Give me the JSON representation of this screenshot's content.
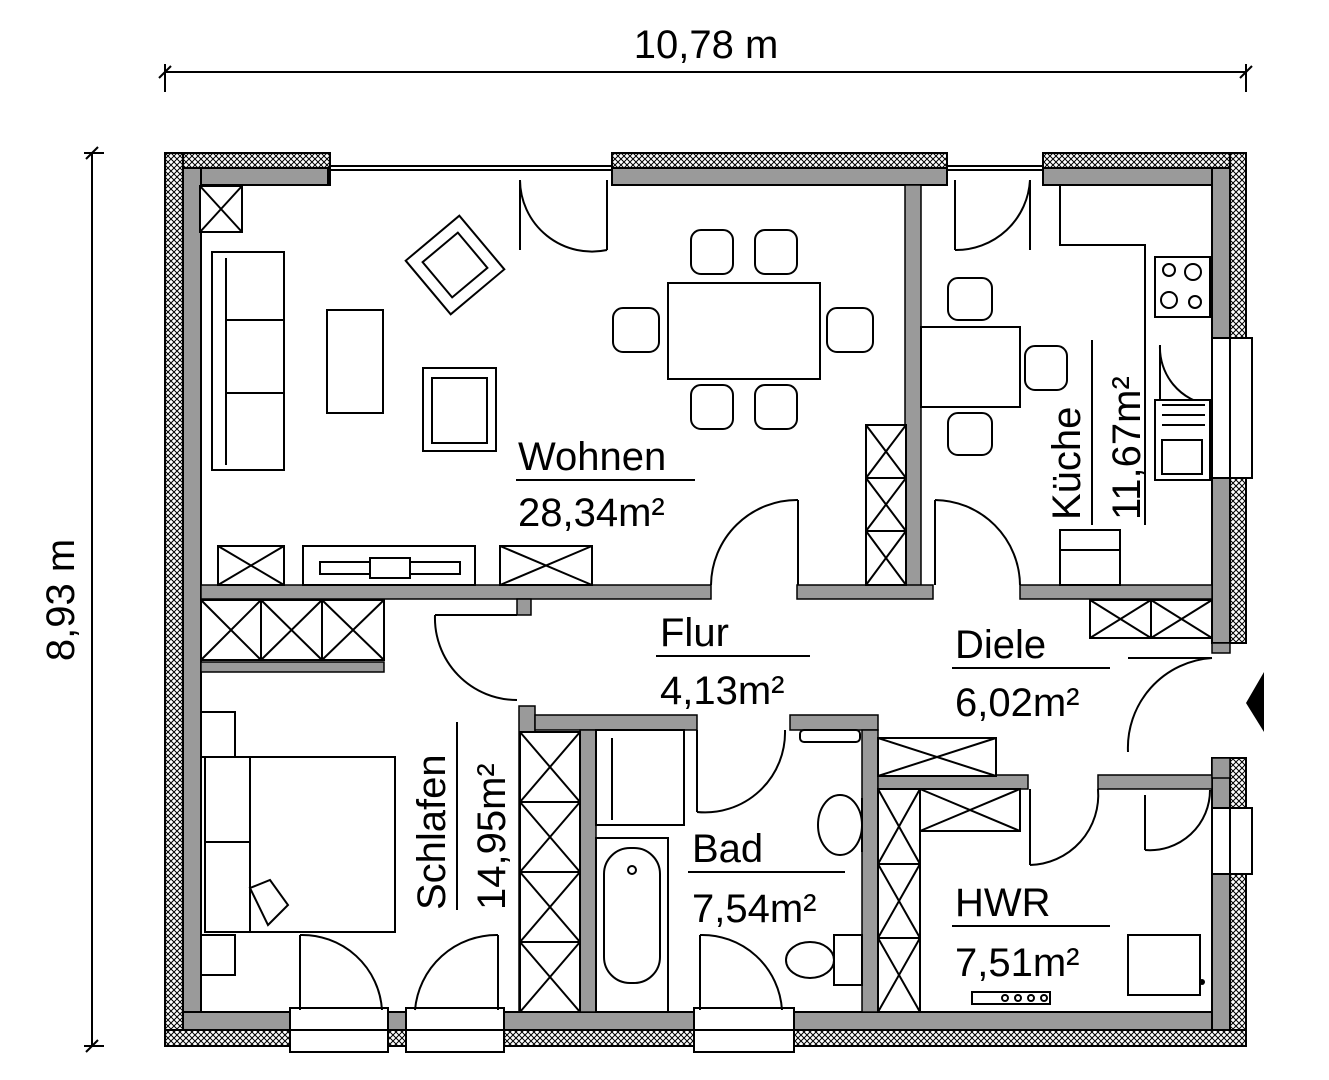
{
  "dimensions": {
    "width": "10,78 m",
    "height": "8,93 m"
  },
  "rooms": {
    "wohnen": {
      "name": "Wohnen",
      "area": "28,34m²"
    },
    "kueche": {
      "name": "Küche",
      "area": "11,67m²"
    },
    "flur": {
      "name": "Flur",
      "area": "4,13m²"
    },
    "diele": {
      "name": "Diele",
      "area": "6,02m²"
    },
    "schlafen": {
      "name": "Schlafen",
      "area": "14,95m²"
    },
    "bad": {
      "name": "Bad",
      "area": "7,54m²"
    },
    "hwr": {
      "name": "HWR",
      "area": "7,51m²"
    }
  },
  "colors": {
    "wall": "#9a9a9a",
    "hatch": "#000000",
    "background": "#ffffff"
  }
}
